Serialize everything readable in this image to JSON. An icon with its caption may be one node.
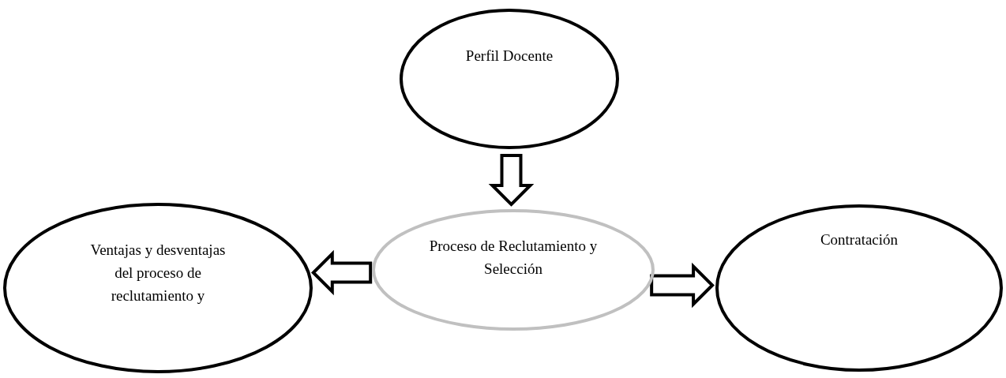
{
  "diagram": {
    "nodes": [
      {
        "text": [
          "Perfil Docente"
        ]
      },
      {
        "text": [
          "Ventajas y desventajas del proceso de reclutamiento y"
        ]
      },
      {
        "text": [
          "Proceso de Reclutamiento y Selección"
        ]
      },
      {
        "text": [
          "Contratación"
        ]
      }
    ],
    "edges": [
      {
        "from": 0,
        "to": 2,
        "arrow": "to"
      },
      {
        "from": 2,
        "to": 1,
        "arrow": "to"
      },
      {
        "from": 2,
        "to": 3,
        "arrow": "to"
      }
    ]
  }
}
